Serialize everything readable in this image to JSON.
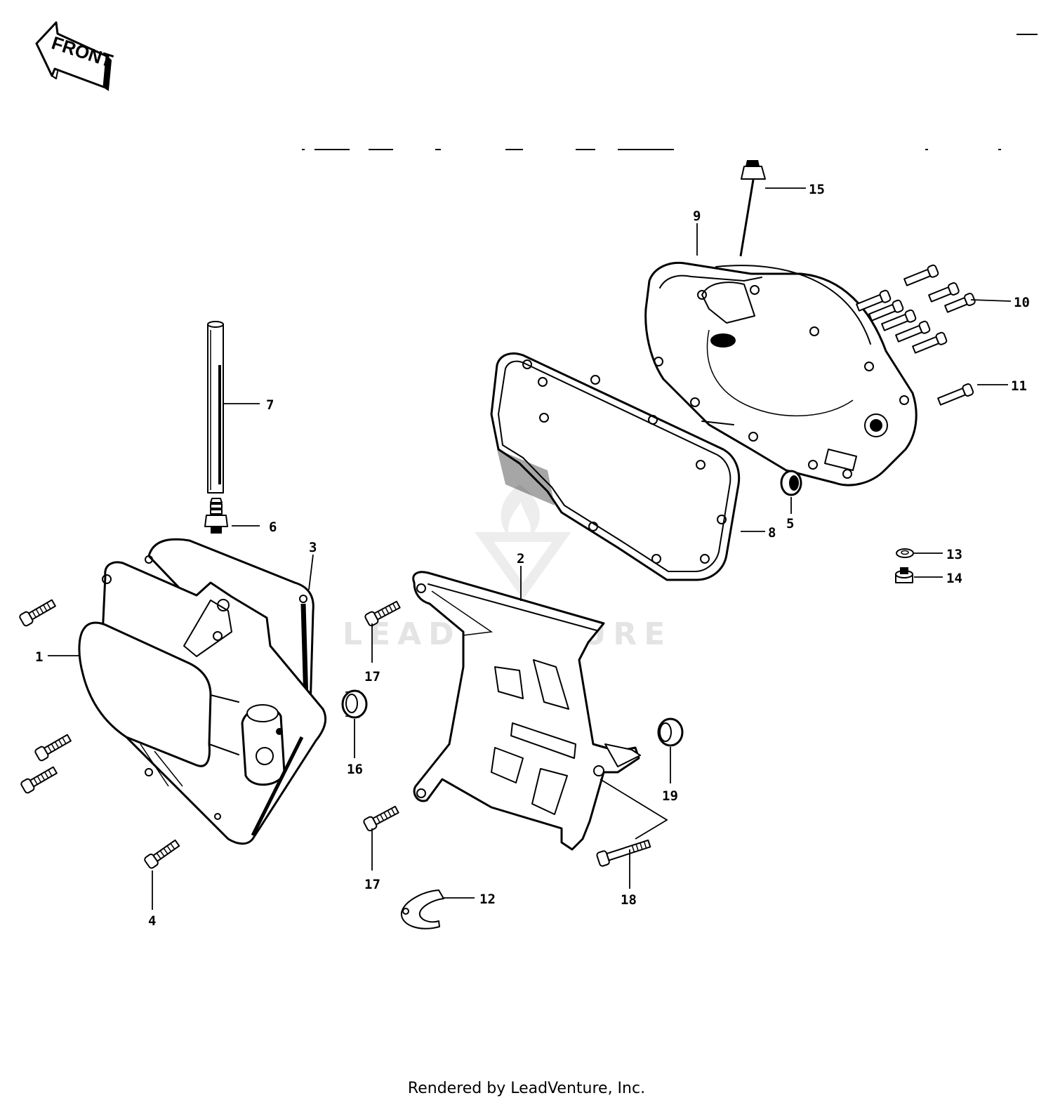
{
  "orientation_label": "FRONT",
  "watermark": "LEADVENTURE",
  "footer": "Rendered by LeadVenture, Inc.",
  "callouts": {
    "c1": "1",
    "c2": "2",
    "c3": "3",
    "c4": "4",
    "c5": "5",
    "c6": "6",
    "c7": "7",
    "c8": "8",
    "c9": "9",
    "c10": "10",
    "c11": "11",
    "c12": "12",
    "c13": "13",
    "c14": "14",
    "c15": "15",
    "c16": "16",
    "c17a": "17",
    "c17b": "17",
    "c18": "18",
    "c19": "19"
  }
}
